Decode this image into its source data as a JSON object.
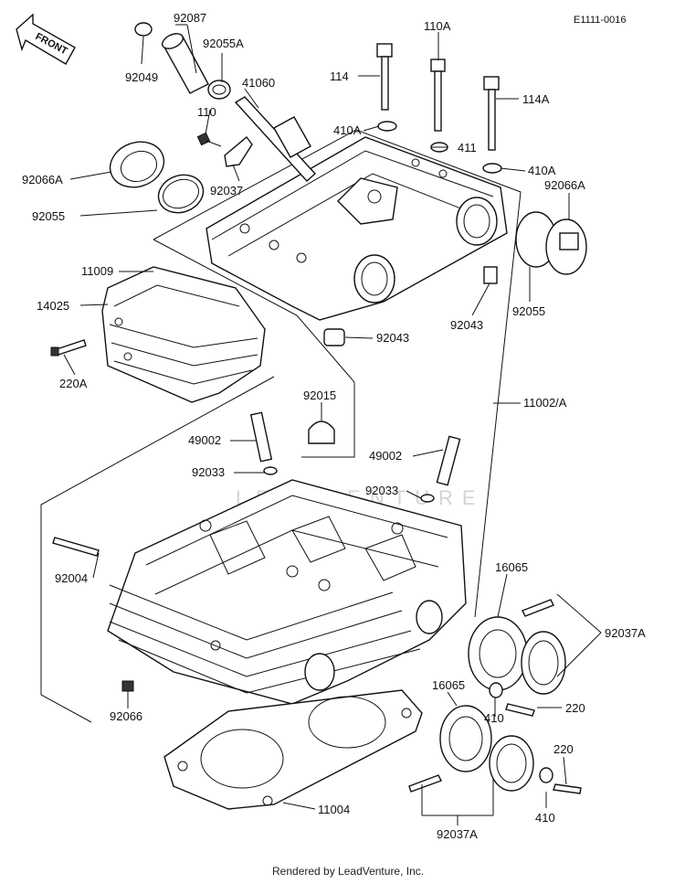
{
  "diagram_code": "E1111-0016",
  "front_label": "FRONT",
  "footer": "Rendered by LeadVenture, Inc.",
  "watermark": "LEADVENTURE",
  "callouts": {
    "c92087": "92087",
    "c92055A": "92055A",
    "c92049": "92049",
    "c41060": "41060",
    "c110": "110",
    "c92037": "92037",
    "c92066A_l": "92066A",
    "c92055_l": "92055",
    "c110A": "110A",
    "c114": "114",
    "c114A": "114A",
    "c410A_l": "410A",
    "c411": "411",
    "c410A_r": "410A",
    "c92066A_r": "92066A",
    "c92055_r": "92055",
    "c92043_r": "92043",
    "c11009": "11009",
    "c14025": "14025",
    "c220A": "220A",
    "c92043_c": "92043",
    "c92015": "92015",
    "c11002A": "11002/A",
    "c49002_l": "49002",
    "c92033_l": "92033",
    "c49002_r": "49002",
    "c92033_r": "92033",
    "c92004": "92004",
    "c16065_t": "16065",
    "c92037A_r": "92037A",
    "c220_r": "220",
    "c410_r": "410",
    "c16065_b": "16065",
    "c92066": "92066",
    "c220_b": "220",
    "c410_b": "410",
    "c11004": "11004",
    "c92037A_b": "92037A"
  }
}
